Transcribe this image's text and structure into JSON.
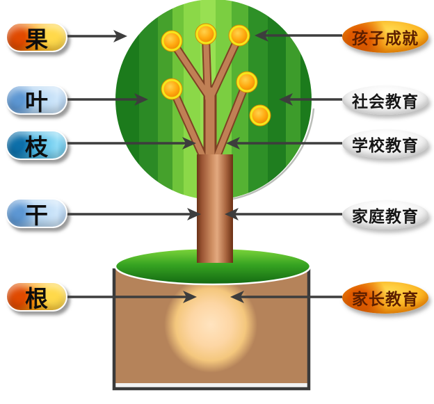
{
  "labels": {
    "left": [
      {
        "text": "果",
        "style": "orange"
      },
      {
        "text": "叶",
        "style": "lightblue"
      },
      {
        "text": "枝",
        "style": "blue"
      },
      {
        "text": "干",
        "style": "lightblue"
      },
      {
        "text": "根",
        "style": "orange"
      }
    ],
    "right": [
      {
        "text": "孩子成就",
        "style": "orange"
      },
      {
        "text": "社会教育",
        "style": "white"
      },
      {
        "text": "学校教育",
        "style": "white"
      },
      {
        "text": "家庭教育",
        "style": "white"
      },
      {
        "text": "家长教育",
        "style": "orange"
      }
    ]
  },
  "tree": {
    "fruit_count": 6,
    "parts": [
      "crown",
      "branches",
      "trunk",
      "grass-mound",
      "soil-block",
      "root-glow"
    ]
  },
  "colors": {
    "crown_dark_green": "#1c7b1c",
    "crown_light_green": "#98e052",
    "trunk_brown": "#c08055",
    "trunk_edge": "#6b3318",
    "fruit_orange": "#ffab12",
    "fruit_ring_yellow": "#f4e81c",
    "grass_green": "#37a422",
    "soil_brown": "#b5835a",
    "root_glow": "#fdd6a4",
    "arrow_dark": "#3d3d3d",
    "pill_orange": "#ffa912",
    "pill_light_blue": "#b9d9f4",
    "pill_blue": "#54bce5",
    "badge_orange": "#fdb722",
    "badge_white": "#f5f5f5"
  }
}
